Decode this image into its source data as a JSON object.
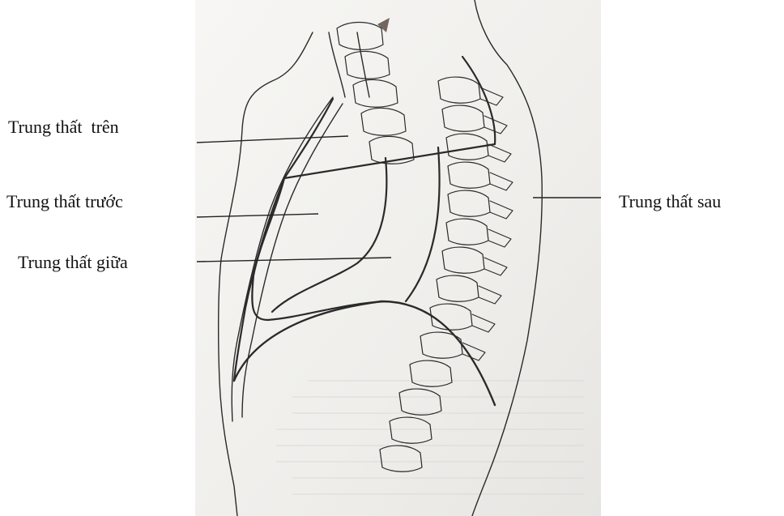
{
  "labels": {
    "superior": "Trung thất  trên",
    "anterior": "Trung thất trước",
    "middle": "Trung thất giữa",
    "posterior": "Trung thất sau"
  },
  "colors": {
    "ink": "#111111",
    "paper": "#f5f4f2"
  }
}
